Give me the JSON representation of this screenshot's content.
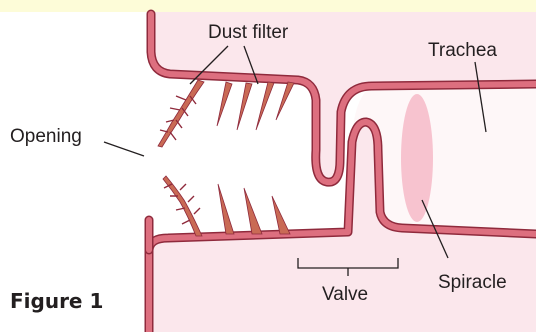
{
  "figure": {
    "caption": "Figure 1",
    "labels": {
      "dust_filter": "Dust filter",
      "trachea": "Trachea",
      "opening": "Opening",
      "valve": "Valve",
      "spiracle": "Spiracle"
    }
  },
  "colors": {
    "tissue_fill": "#fbe7ec",
    "wall": "#dd6f7f",
    "wall_edge": "#8f2a3c",
    "hair": "#c96a55",
    "spiracle": "#f7c3cf",
    "top_band": "#fdfcd8"
  }
}
